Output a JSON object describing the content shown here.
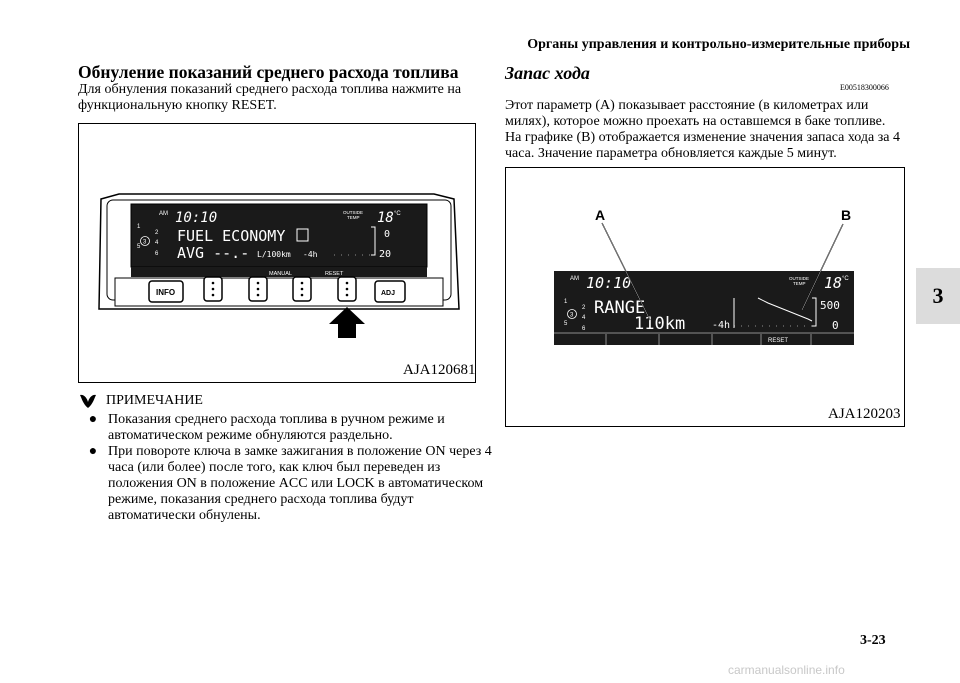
{
  "header": {
    "title": "Органы управления и контрольно-измерительные приборы"
  },
  "chapter_tab": {
    "number": "3"
  },
  "left": {
    "title": "Обнуление показаний среднего расхода топлива",
    "text": "Для обнуления показаний среднего расхода топлива нажмите на функциональную кнопку RESET.",
    "figure": {
      "label": "AJA120681",
      "display": {
        "am": "AM",
        "clock": "10:10",
        "outside_temp_label_1": "OUTSIDE",
        "outside_temp_label_2": "TEMP",
        "temp": "18",
        "temp_unit": "°C",
        "main_line": "FUEL ECONOMY",
        "avg_line": "AVG --.-",
        "unit": "L/100km",
        "time_axis": "-4h",
        "gear_1": "1",
        "gear_2": "2",
        "gear_3": "3",
        "gear_4": "4",
        "gear_5": "5",
        "gear_6": "6",
        "scale_top": "0",
        "scale_bottom": "20",
        "manual": "MANUAL",
        "reset": "RESET",
        "btn_info": "INFO",
        "btn_adj": "ADJ"
      }
    }
  },
  "note": {
    "heading": "ПРИМЕЧАНИЕ",
    "items": [
      "Показания среднего расхода топлива в ручном режиме и автоматическом режиме обнуляются раздельно.",
      "При повороте ключа в замке зажигания в положение ON через 4 часа (или более) после того, как ключ был переведен из положения ON в положение ACC или LOCK в автоматическом режиме, показания среднего расхода топлива будут автоматически обнулены."
    ]
  },
  "right": {
    "title": "Запас хода",
    "code": "E00518300066",
    "text": "Этот параметр (A) показывает расстояние (в километрах или милях), которое можно проехать на оставшемся в баке топливе. На графике (B) отображается изменение значения запаса хода за 4 часа. Значение параметра обновляется каждые 5 минут.",
    "figure": {
      "label": "AJA120203",
      "callout_a": "A",
      "callout_b": "B",
      "display": {
        "am": "AM",
        "clock": "10:10",
        "outside_temp_label_1": "OUTSIDE",
        "outside_temp_label_2": "TEMP",
        "temp": "18",
        "temp_unit": "°C",
        "main_line": "RANGE",
        "value": "110km",
        "time_axis": "-4h",
        "gear_1": "1",
        "gear_2": "2",
        "gear_3": "3",
        "gear_4": "4",
        "gear_5": "5",
        "gear_6": "6",
        "scale_top": "500",
        "scale_bottom": "0",
        "reset": "RESET"
      }
    }
  },
  "footer": {
    "page": "3-23",
    "watermark": "carmanualsonline.info"
  }
}
